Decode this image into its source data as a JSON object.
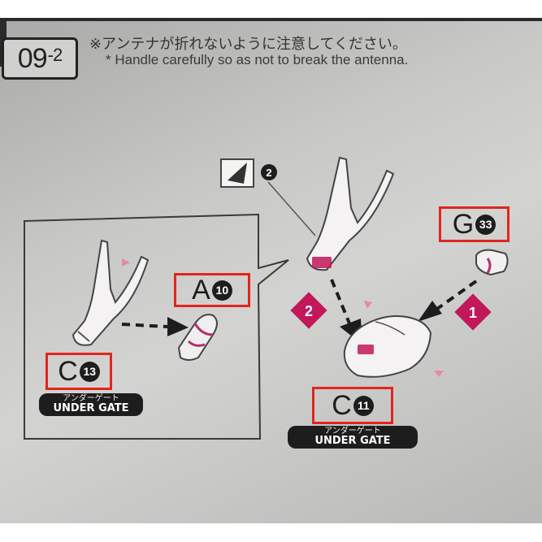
{
  "step": {
    "main": "09",
    "sub": "-2"
  },
  "note": {
    "japanese": "※アンテナが折れないように注意してください。",
    "english": "* Handle carefully so as not to break the antenna."
  },
  "parts": {
    "g33": {
      "letter": "G",
      "number": "33"
    },
    "a10": {
      "letter": "A",
      "number": "10"
    },
    "c13": {
      "letter": "C",
      "number": "13"
    },
    "c11": {
      "letter": "C",
      "number": "11"
    }
  },
  "gate_tags": {
    "left": {
      "jp": "アンダーゲート",
      "en": "UNDER GATE"
    },
    "right": {
      "jp": "アンダーゲート",
      "en": "UNDER GATE"
    }
  },
  "markers": {
    "order_1": "1",
    "order_2": "2",
    "tool_step": "2"
  },
  "colors": {
    "callout_border": "#e0261e",
    "accent_magenta": "#c2185b",
    "ink": "#1d1d1d"
  },
  "icons": [
    "cutting-tool-icon",
    "arrow-icon",
    "order-diamond-icon"
  ]
}
